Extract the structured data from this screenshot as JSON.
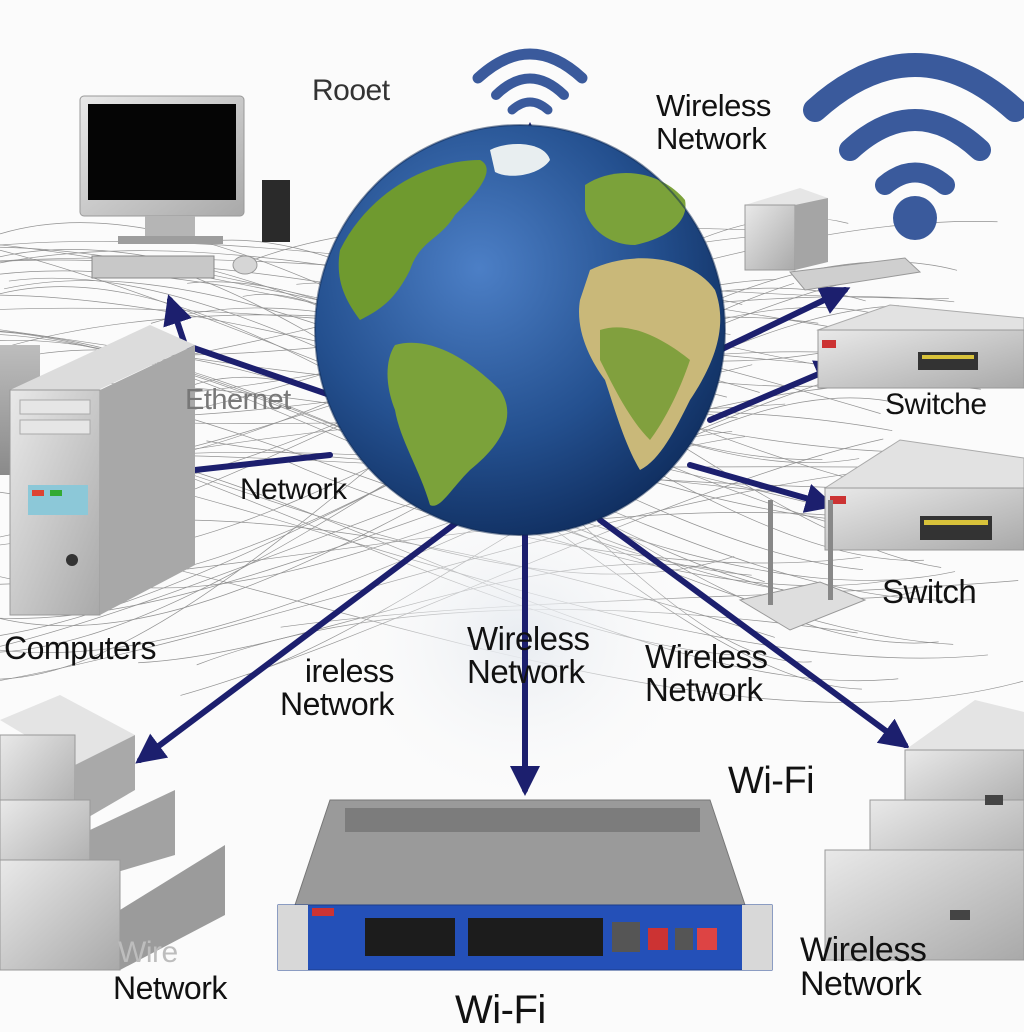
{
  "labels": {
    "router": "Rooet",
    "wireless_top": "Wireless\nNetwork",
    "ethernet": "Ethernet",
    "network_left": "Network",
    "switch_right_1": "Switche",
    "switch_right_2": "Switch",
    "computers": "Computers",
    "wireless_center": "Wireless\nNetwork",
    "wireless_left_center": "ireless\nNetwork",
    "wireless_right_center": "Wireless\nNetwork",
    "wifi_right": "Wi-Fi",
    "wire_bottom_left": "Wire",
    "network_bottom_left": "Network",
    "wireless_bottom_right": "Wireless\nNetwork",
    "wifi_bottom": "Wi-Fi"
  },
  "icons": {
    "globe": "globe-icon",
    "wifi_large": "wifi-icon",
    "wifi_small": "wifi-icon",
    "monitor": "monitor-icon",
    "tower": "computer-tower-icon",
    "switch": "network-switch-icon"
  },
  "colors": {
    "arrow": "#1c1f6e",
    "wifi": "#3a5a9c",
    "ocean": "#24508f",
    "land": "#6f9a2f",
    "switch_panel": "#2450b8",
    "device": "#c9c9c9"
  }
}
